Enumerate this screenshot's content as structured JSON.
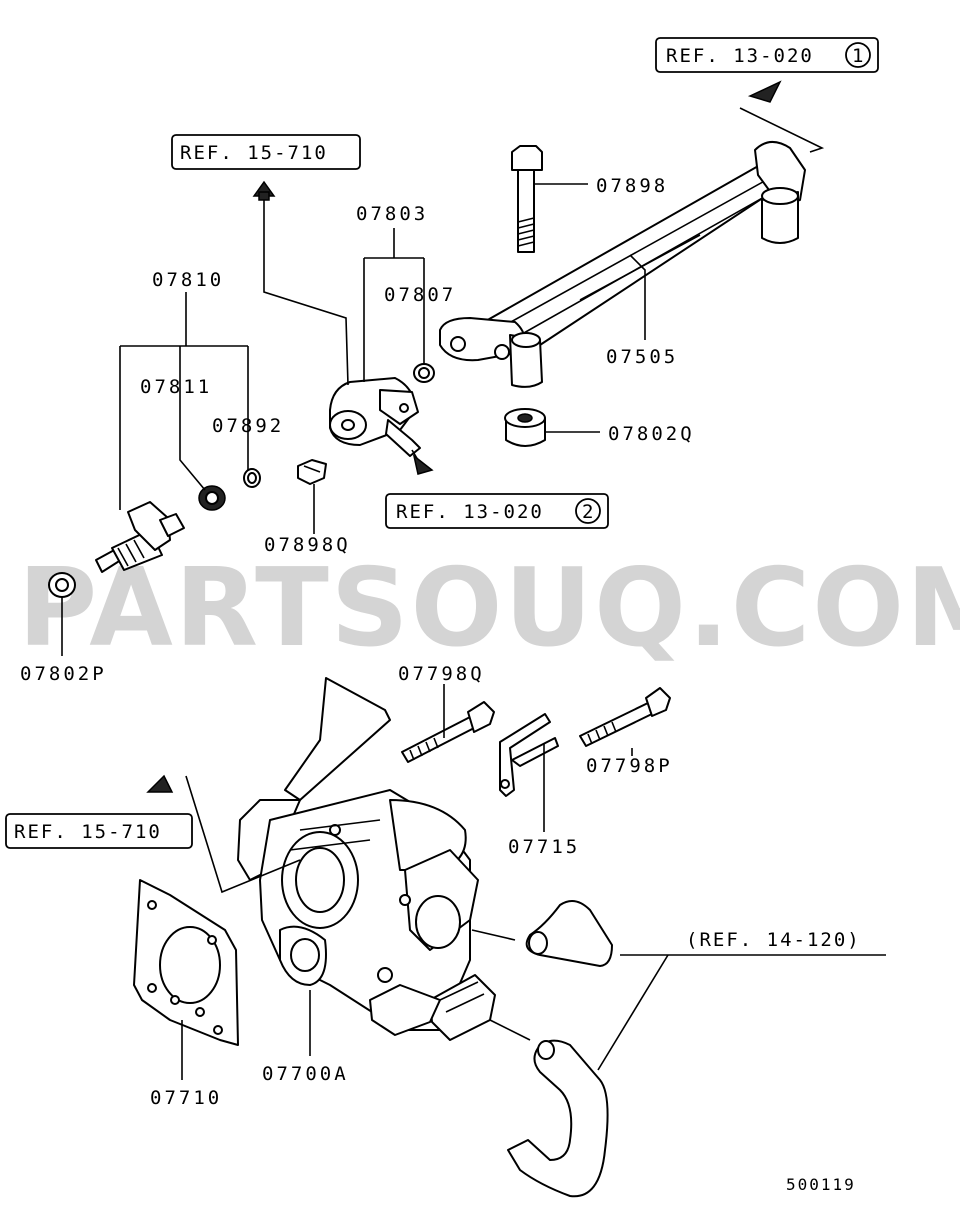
{
  "watermark": "PARTSOUQ.COM",
  "diagram_id": "500119",
  "refs": {
    "r1": "REF. 13-020",
    "r1_num": "1",
    "r2": "REF. 15-710",
    "r3": "REF. 13-020",
    "r3_num": "2",
    "r4": "REF. 15-710",
    "r5": "(REF. 14-120)"
  },
  "parts": {
    "p07898": "07898",
    "p07803": "07803",
    "p07807": "07807",
    "p07810": "07810",
    "p07505": "07505",
    "p07811": "07811",
    "p07892": "07892",
    "p07802Q": "07802Q",
    "p07898Q": "07898Q",
    "p07802P": "07802P",
    "p07798Q": "07798Q",
    "p07798P": "07798P",
    "p07715": "07715",
    "p07710": "07710",
    "p07700A": "07700A"
  }
}
